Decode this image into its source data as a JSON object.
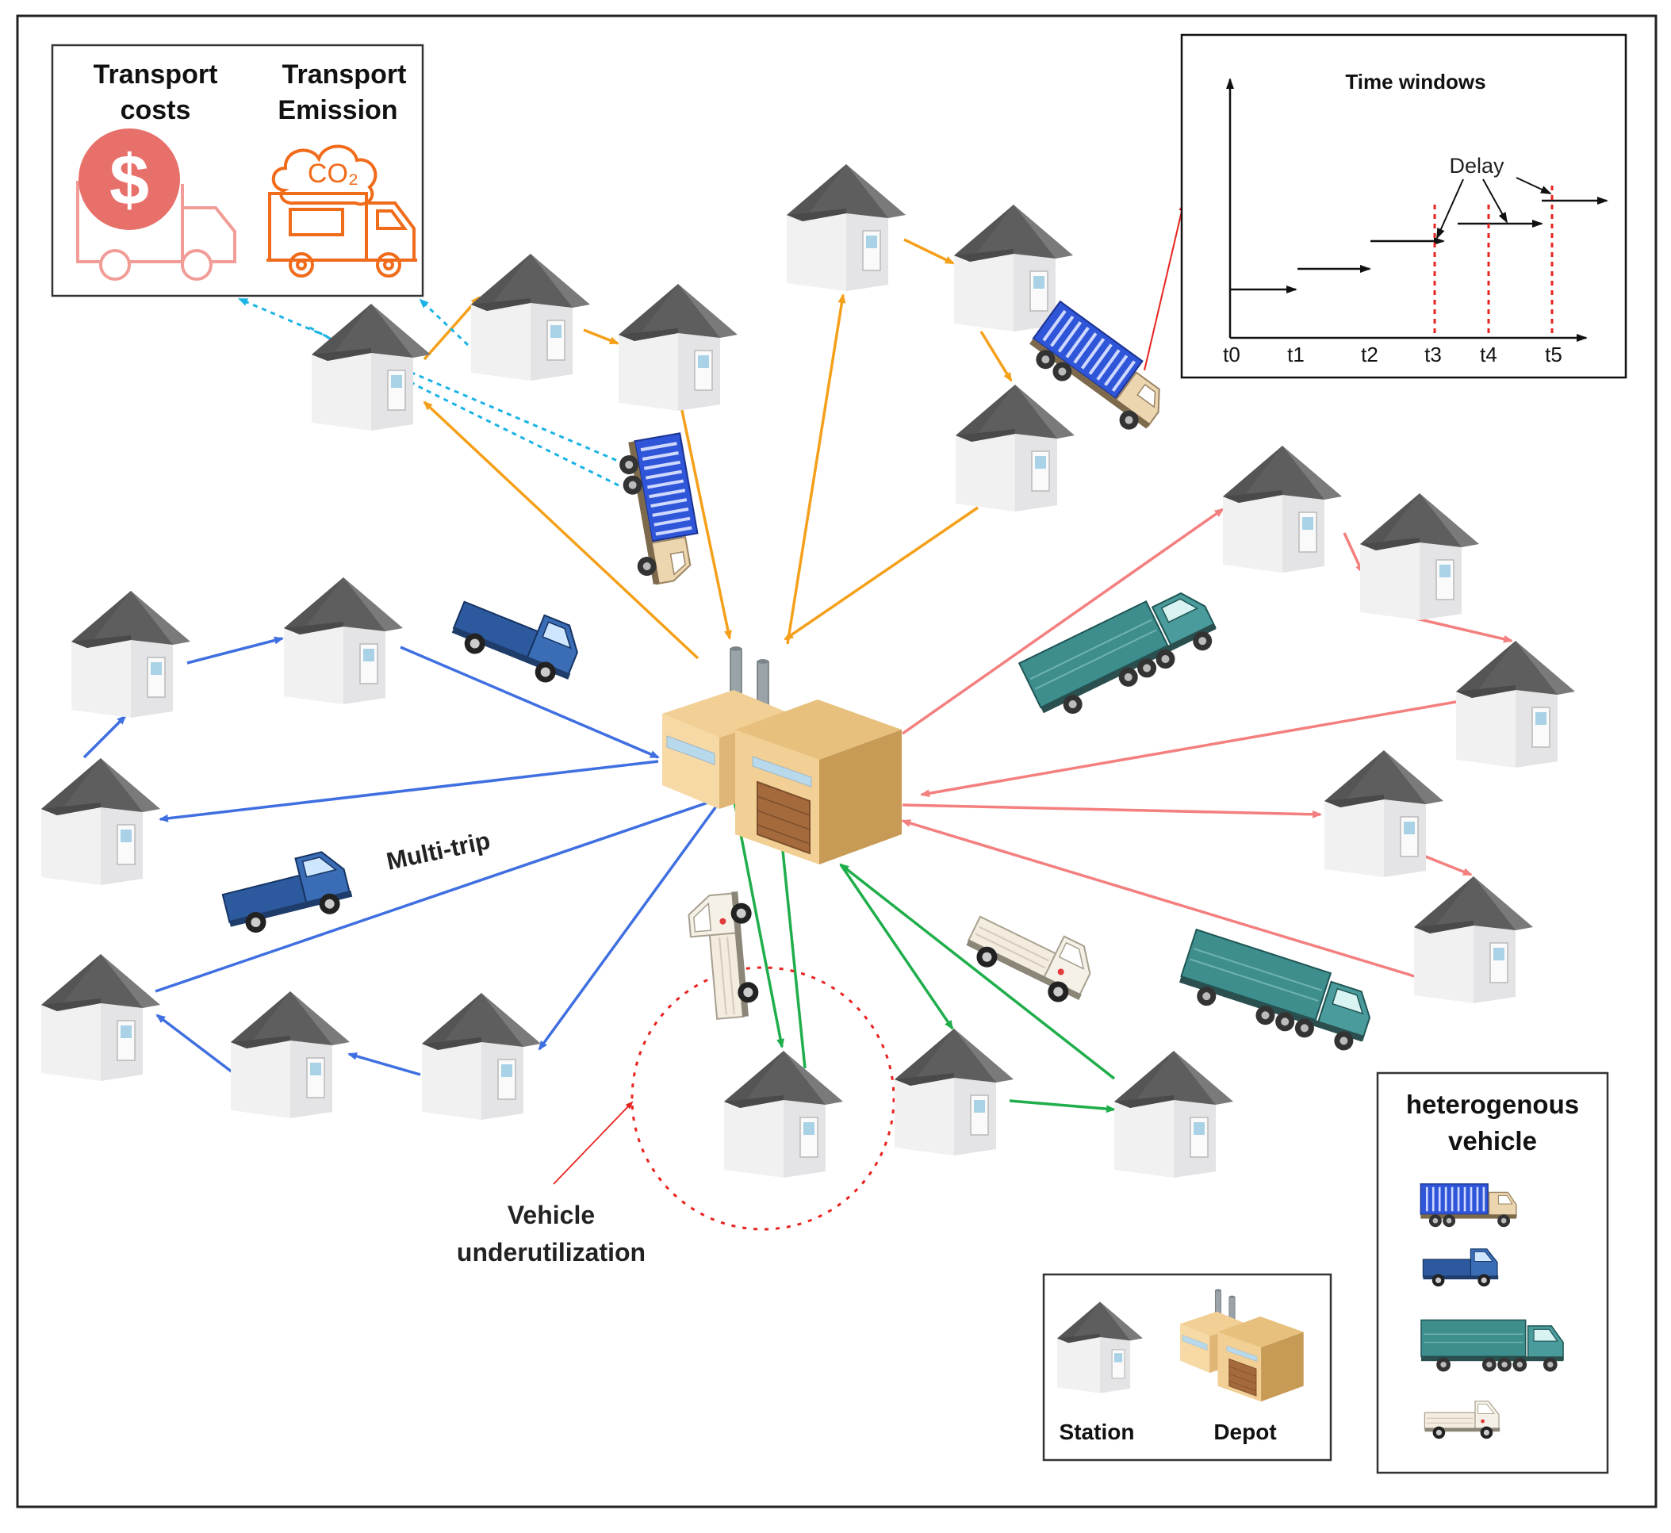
{
  "cost_panel": {
    "costs_title_1": "Transport",
    "costs_title_2": "costs",
    "emission_title_1": "Transport",
    "emission_title_2": "Emission",
    "co2_label": "CO₂",
    "dollar_symbol": "$"
  },
  "time_window": {
    "title": "Time windows",
    "delay_label": "Delay",
    "ticks": [
      "t0",
      "t1",
      "t2",
      "t3",
      "t4",
      "t5"
    ]
  },
  "labels": {
    "multi_trip": "Multi-trip",
    "underutil_1": "Vehicle",
    "underutil_2": "underutilization"
  },
  "legend": {
    "station": "Station",
    "depot": "Depot"
  },
  "vehicle_legend": {
    "title_1": "heterogenous",
    "title_2": "vehicle"
  },
  "colors": {
    "orange_route": "#f5a01a",
    "blue_route": "#3f6fe0",
    "green_route": "#1fae4b",
    "salmon_route": "#f47f7f",
    "dotted_cyan": "#1ab3e6",
    "delay_red": "#e8231f",
    "cost_icon_red": "#e8706a",
    "emission_icon_orange": "#f06b1a"
  }
}
